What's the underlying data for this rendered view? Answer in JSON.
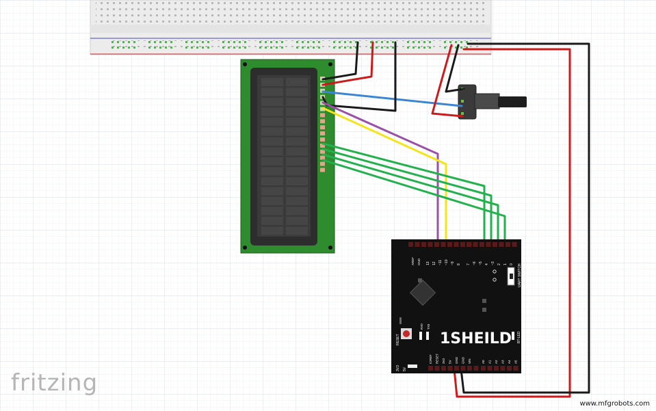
{
  "branding": {
    "app_name": "fritzing",
    "watermark": "www.mfgrobots.com"
  },
  "shield": {
    "logo": "1SHEILD",
    "digital_pins": [
      "13",
      "12",
      "~11",
      "~10",
      "~9",
      "8",
      "7",
      "~6",
      "~5",
      "4",
      "~3",
      "2",
      "1",
      "0"
    ],
    "analog_pins": [
      "A0",
      "A1",
      "A2",
      "A3",
      "A4",
      "A5"
    ],
    "power_pins": [
      "IOREF",
      "RESET",
      "3V3",
      "5V",
      "GND",
      "GND",
      "VIN"
    ],
    "switch_label": "UART SWITCH",
    "reset_label": "RESET",
    "led_labels": [
      "TX0",
      "RX0"
    ],
    "bt_label": "BT-LED",
    "voltage_labels": [
      "5V",
      "3V3"
    ],
    "top_labels": [
      "AREF",
      "GND"
    ]
  },
  "colors": {
    "wire_green": "#22b14c",
    "wire_red": "#cc1a1a",
    "wire_black": "#1a1a1a",
    "wire_blue": "#3a86d4",
    "wire_yellow": "#f5e416",
    "wire_purple": "#9b50a8",
    "lcd_pcb": "#2e8b2e",
    "shield_body": "#111111",
    "grid": "#dfe4ec"
  }
}
